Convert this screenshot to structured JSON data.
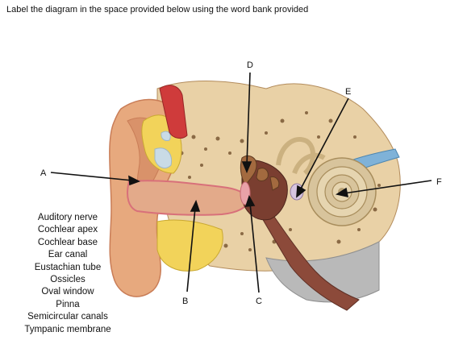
{
  "instruction": "Label the diagram in the space provided below using the word bank provided",
  "labels": {
    "a": "A",
    "b": "B",
    "c": "C",
    "d": "D",
    "e": "E",
    "f": "F"
  },
  "word_bank": [
    "Auditory nerve",
    "Cochlear apex",
    "Cochlear base",
    "Ear canal",
    "Eustachian tube",
    "Ossicles",
    "Oval window",
    "Pinna",
    "Semicircular canals",
    "Tympanic membrane"
  ],
  "colors": {
    "bone": "#e9d1a6",
    "bone_pore": "#8a6a45",
    "skin": "#e7a97e",
    "skin_dark": "#c97d57",
    "canal_red": "#d8707a",
    "fat": "#f2d35a",
    "cartilage": "#c9dbe6",
    "muscle": "#cf3b3b",
    "cochlea": "#d8c49c",
    "nerve": "#7fb2d8",
    "gray": "#b9b9b9"
  }
}
